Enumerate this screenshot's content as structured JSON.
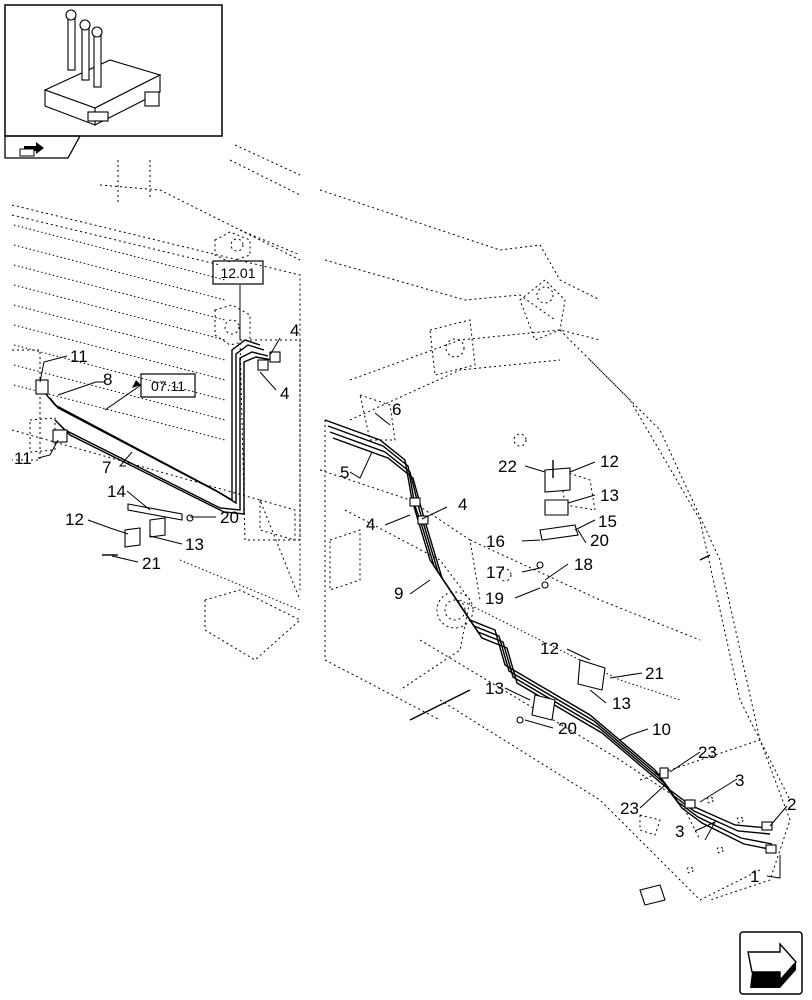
{
  "inset": {
    "icon": "hydraulic-control-valve-icon",
    "nav_icon": "arrow-back-icon"
  },
  "references": [
    {
      "id": "ref-12-01",
      "label": "12.01"
    },
    {
      "id": "ref-07-11",
      "label": "07.11"
    }
  ],
  "callouts": [
    {
      "id": "c1",
      "label": "11"
    },
    {
      "id": "c2",
      "label": "8"
    },
    {
      "id": "c3",
      "label": "11"
    },
    {
      "id": "c4",
      "label": "7"
    },
    {
      "id": "c5",
      "label": "14"
    },
    {
      "id": "c6",
      "label": "20"
    },
    {
      "id": "c7",
      "label": "12"
    },
    {
      "id": "c8",
      "label": "13"
    },
    {
      "id": "c9",
      "label": "21"
    },
    {
      "id": "c10",
      "label": "4"
    },
    {
      "id": "c11",
      "label": "4"
    },
    {
      "id": "c12",
      "label": "6"
    },
    {
      "id": "c13",
      "label": "5"
    },
    {
      "id": "c14",
      "label": "4"
    },
    {
      "id": "c15",
      "label": "4"
    },
    {
      "id": "c16",
      "label": "22"
    },
    {
      "id": "c17",
      "label": "12"
    },
    {
      "id": "c18",
      "label": "13"
    },
    {
      "id": "c19",
      "label": "15"
    },
    {
      "id": "c20",
      "label": "16"
    },
    {
      "id": "c21",
      "label": "20"
    },
    {
      "id": "c22",
      "label": "17"
    },
    {
      "id": "c23",
      "label": "18"
    },
    {
      "id": "c24",
      "label": "9"
    },
    {
      "id": "c25",
      "label": "19"
    },
    {
      "id": "c26",
      "label": "12"
    },
    {
      "id": "c27",
      "label": "21"
    },
    {
      "id": "c28",
      "label": "13"
    },
    {
      "id": "c29",
      "label": "13"
    },
    {
      "id": "c30",
      "label": "20"
    },
    {
      "id": "c31",
      "label": "10"
    },
    {
      "id": "c32",
      "label": "23"
    },
    {
      "id": "c33",
      "label": "3"
    },
    {
      "id": "c34",
      "label": "23"
    },
    {
      "id": "c35",
      "label": "2"
    },
    {
      "id": "c36",
      "label": "3"
    },
    {
      "id": "c37",
      "label": "1"
    }
  ],
  "nav_button": {
    "icon": "arrow-forward-icon"
  }
}
